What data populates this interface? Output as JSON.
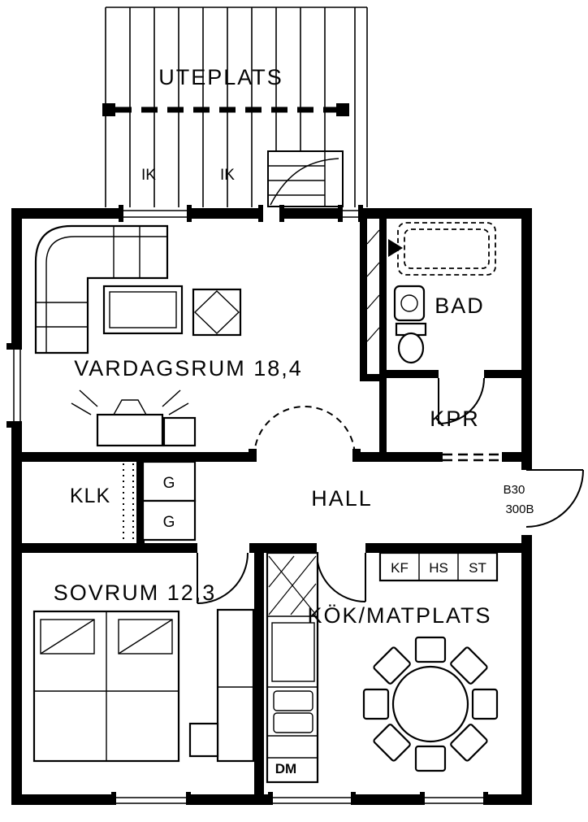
{
  "colors": {
    "ink": "#000000",
    "paper": "#ffffff"
  },
  "outdoor": {
    "terrace": "UTEPLATS",
    "ik_left": "IK",
    "ik_right": "IK"
  },
  "rooms": {
    "vardagsrum": "VARDAGSRUM 18,4",
    "bad": "BAD",
    "kpr": "KPR",
    "klk": "KLK",
    "hall": "HALL",
    "sovrum": "SOVRUM 12,3",
    "kok": "KÖK/MATPLATS"
  },
  "fixtures": {
    "g_upper": "G",
    "g_lower": "G",
    "kf": "KF",
    "hs": "HS",
    "st": "ST",
    "dm": "DM"
  },
  "entry": {
    "code_top": "B30",
    "code_bottom": "300B"
  }
}
